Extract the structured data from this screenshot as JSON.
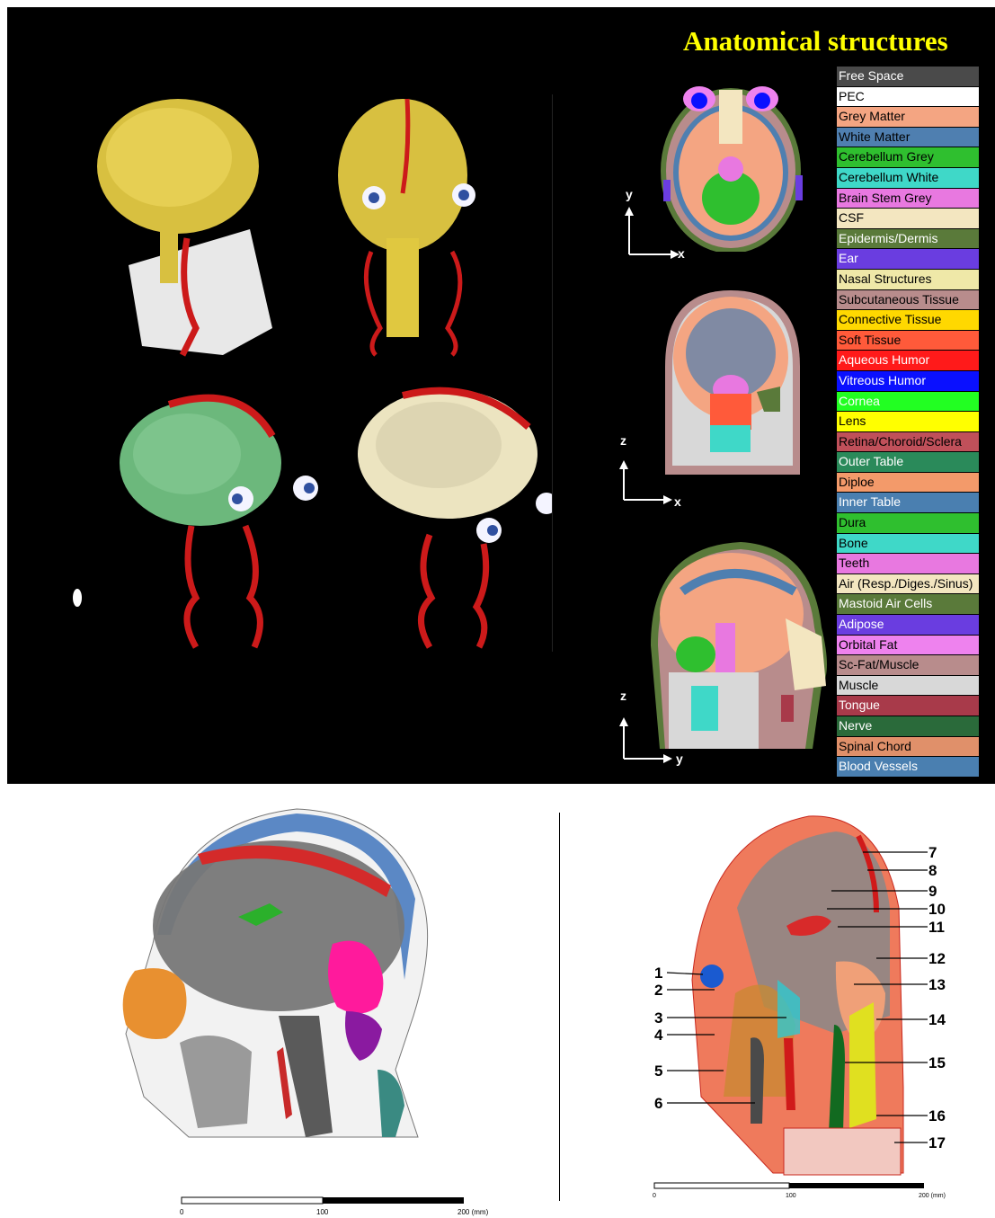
{
  "title": "Anatomical structures",
  "legend": [
    {
      "label": "Free Space",
      "color": "#4a4a4a",
      "text": "#ffffff"
    },
    {
      "label": "PEC",
      "color": "#ffffff",
      "text": "#000000"
    },
    {
      "label": "Grey Matter",
      "color": "#f4a582",
      "text": "#000000"
    },
    {
      "label": "White Matter",
      "color": "#4f7fb0",
      "text": "#000000"
    },
    {
      "label": "Cerebellum Grey",
      "color": "#2fbf2f",
      "text": "#000000"
    },
    {
      "label": "Cerebellum White",
      "color": "#3fd8c8",
      "text": "#000000"
    },
    {
      "label": "Brain Stem Grey",
      "color": "#e878e0",
      "text": "#000000"
    },
    {
      "label": "CSF",
      "color": "#f3e6c0",
      "text": "#000000"
    },
    {
      "label": "Epidermis/Dermis",
      "color": "#5a7a3a",
      "text": "#ffffff"
    },
    {
      "label": "Ear",
      "color": "#6a3de0",
      "text": "#ffffff"
    },
    {
      "label": "Nasal Structures",
      "color": "#efe8a8",
      "text": "#000000"
    },
    {
      "label": "Subcutaneous Tissue",
      "color": "#b88c8c",
      "text": "#000000"
    },
    {
      "label": "Connective Tissue",
      "color": "#ffd800",
      "text": "#000000"
    },
    {
      "label": "Soft Tissue",
      "color": "#ff5a3a",
      "text": "#000000"
    },
    {
      "label": "Aqueous Humor",
      "color": "#ff1a1a",
      "text": "#ffffff"
    },
    {
      "label": "Vitreous Humor",
      "color": "#0a10ff",
      "text": "#ffffff"
    },
    {
      "label": "Cornea",
      "color": "#22ff22",
      "text": "#ffffff"
    },
    {
      "label": "Lens",
      "color": "#ffff00",
      "text": "#000000"
    },
    {
      "label": "Retina/Choroid/Sclera",
      "color": "#c0505a",
      "text": "#000000"
    },
    {
      "label": "Outer Table",
      "color": "#2a8a5a",
      "text": "#ffffff"
    },
    {
      "label": "Diploe",
      "color": "#f39a6a",
      "text": "#000000"
    },
    {
      "label": "Inner Table",
      "color": "#4a7fb0",
      "text": "#ffffff"
    },
    {
      "label": "Dura",
      "color": "#2fbf2f",
      "text": "#000000"
    },
    {
      "label": "Bone",
      "color": "#3fd8c8",
      "text": "#000000"
    },
    {
      "label": "Teeth",
      "color": "#e878e0",
      "text": "#000000"
    },
    {
      "label": "Air (Resp./Diges./Sinus)",
      "color": "#f3e6c0",
      "text": "#000000"
    },
    {
      "label": "Mastoid Air Cells",
      "color": "#5a7a3a",
      "text": "#ffffff"
    },
    {
      "label": "Adipose",
      "color": "#6a3de0",
      "text": "#ffffff"
    },
    {
      "label": "Orbital Fat",
      "color": "#ee82ee",
      "text": "#000000"
    },
    {
      "label": "Sc-Fat/Muscle",
      "color": "#b88c8c",
      "text": "#000000"
    },
    {
      "label": "Muscle",
      "color": "#d8d8d8",
      "text": "#000000"
    },
    {
      "label": "Tongue",
      "color": "#a83a4a",
      "text": "#ffffff"
    },
    {
      "label": "Nerve",
      "color": "#2a6a3a",
      "text": "#ffffff"
    },
    {
      "label": "Spinal Chord",
      "color": "#e0906a",
      "text": "#000000"
    },
    {
      "label": "Blood Vessels",
      "color": "#4a7fb0",
      "text": "#ffffff"
    }
  ],
  "axes": {
    "axial": {
      "vertical": "y",
      "horizontal": "x"
    },
    "coronal": {
      "vertical": "z",
      "horizontal": "x"
    },
    "sagittal": {
      "vertical": "z",
      "horizontal": "y"
    }
  },
  "scale_left": {
    "ticks": [
      "0",
      "100",
      "200 (mm)"
    ]
  },
  "scale_right": {
    "ticks": [
      "0",
      "100",
      "200 (mm)"
    ]
  },
  "callouts": [
    "1",
    "2",
    "3",
    "4",
    "5",
    "6",
    "7",
    "8",
    "9",
    "10",
    "11",
    "12",
    "13",
    "14",
    "15",
    "16",
    "17"
  ]
}
